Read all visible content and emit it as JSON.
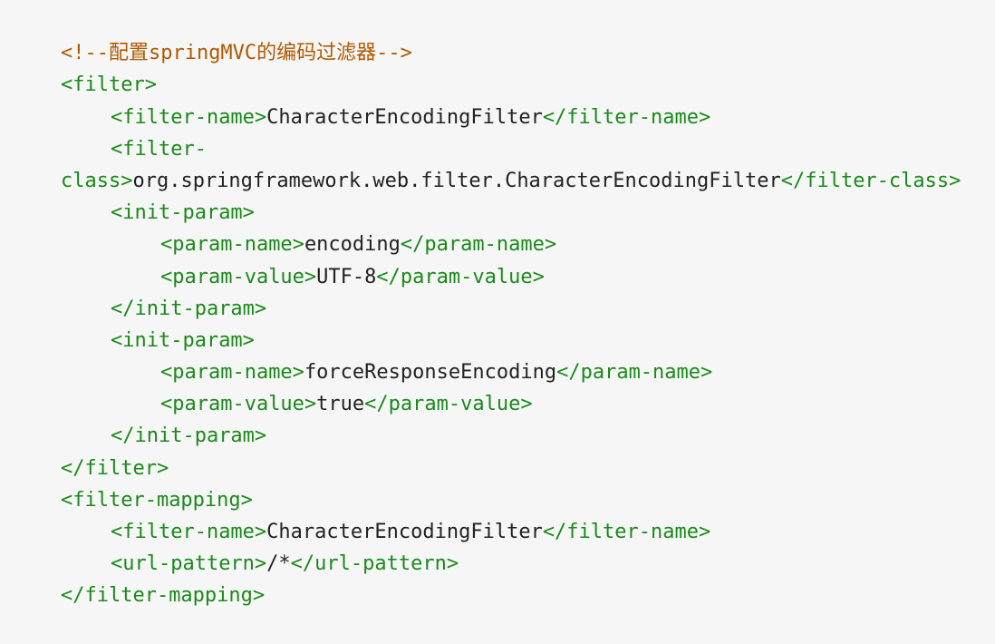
{
  "code": {
    "comment": "<!--配置springMVC的编码过滤器-->",
    "l1_tag": "<filter>",
    "l2_open": "<filter-name>",
    "l2_text": "CharacterEncodingFilter",
    "l2_close": "</filter-name>",
    "l3_tag": "<filter-",
    "l4_tag_rest": "class>",
    "l4_text": "org.springframework.web.filter.CharacterEncodingFilter",
    "l4_close": "</filter-class>",
    "l5_tag": "<init-param>",
    "l6_open": "<param-name>",
    "l6_text": "encoding",
    "l6_close": "</param-name>",
    "l7_open": "<param-value>",
    "l7_text": "UTF-8",
    "l7_close": "</param-value>",
    "l8_tag": "</init-param>",
    "l9_tag": "<init-param>",
    "l10_open": "<param-name>",
    "l10_text": "forceResponseEncoding",
    "l10_close": "</param-name>",
    "l11_open": "<param-value>",
    "l11_text": "true",
    "l11_close": "</param-value>",
    "l12_tag": "</init-param>",
    "l13_tag": "</filter>",
    "l14_tag": "<filter-mapping>",
    "l15_open": "<filter-name>",
    "l15_text": "CharacterEncodingFilter",
    "l15_close": "</filter-name>",
    "l16_open": "<url-pattern>",
    "l16_text": "/*",
    "l16_close": "</url-pattern>",
    "l17_tag": "</filter-mapping>"
  },
  "colors": {
    "comment": "#b05a00",
    "tag": "#1a8a1a",
    "text": "#222222",
    "background": "#f6f6f6"
  }
}
